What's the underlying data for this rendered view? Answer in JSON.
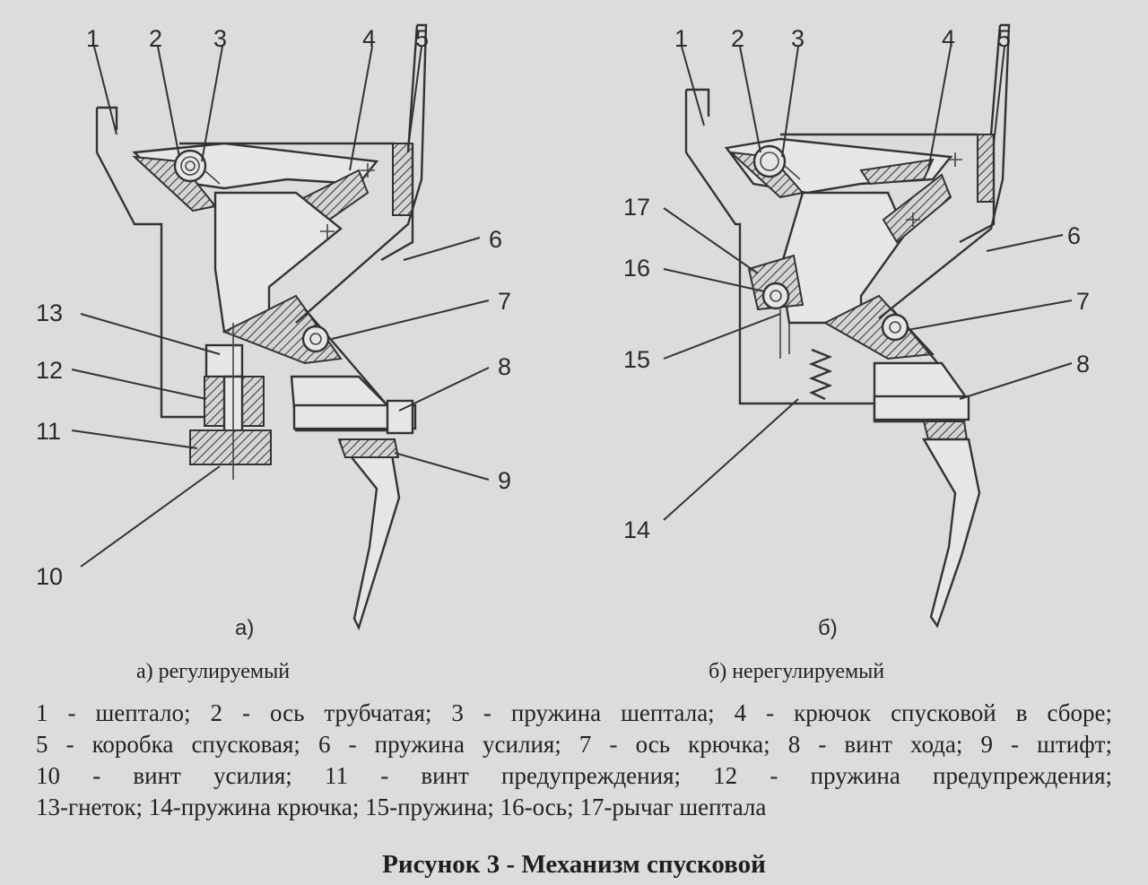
{
  "figure": {
    "title": "Рисунок 3 - Механизм спусковой",
    "panel_a": {
      "label": "а)",
      "caption": "а) регулируемый",
      "callouts": [
        "1",
        "2",
        "3",
        "4",
        "5",
        "6",
        "7",
        "8",
        "9",
        "10",
        "11",
        "12",
        "13"
      ]
    },
    "panel_b": {
      "label": "б)",
      "caption": "б) нерегулируемый",
      "callouts": [
        "1",
        "2",
        "3",
        "4",
        "5",
        "6",
        "7",
        "8",
        "14",
        "15",
        "16",
        "17"
      ]
    },
    "legend_lines": [
      "1 - шептало; 2 - ось трубчатая; 3 - пружина шептала; 4 - крючок спусковой в сборе;",
      "5 - коробка спусковая; 6 - пружина усилия; 7 - ось крючка; 8 - винт хода; 9 - штифт;",
      "10 - винт усилия; 11 - винт предупреждения; 12 - пружина предупреждения;",
      "13-гнеток; 14-пружина крючка; 15-пружина; 16-ось; 17-рычаг шептала"
    ]
  }
}
